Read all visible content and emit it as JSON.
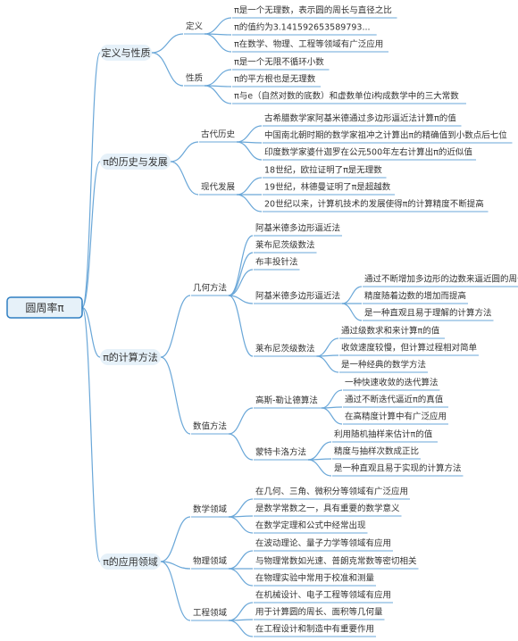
{
  "root": "圆周率π",
  "colors": {
    "root_fill": "#e6f1f9",
    "root_stroke": "#2f7fc2",
    "branch_fill": "#e6f1f9",
    "line": "#6aa7d8",
    "text": "#333333"
  },
  "branches": [
    {
      "label": "定义与性质",
      "children": [
        {
          "label": "定义",
          "items": [
            {
              "label": "π是一个无理数，表示圆的周长与直径之比"
            },
            {
              "label": "π的值约为3.141592653589793..."
            },
            {
              "label": "π在数学、物理、工程等领域有广泛应用"
            }
          ]
        },
        {
          "label": "性质",
          "items": [
            {
              "label": "π是一个无限不循环小数"
            },
            {
              "label": "π的平方根也是无理数"
            },
            {
              "label": "π与e（自然对数的底数）和虚数单位i构成数学中的三大常数"
            }
          ]
        }
      ]
    },
    {
      "label": "π的历史与发展",
      "children": [
        {
          "label": "古代历史",
          "items": [
            {
              "label": "古希腊数学家阿基米德通过多边形逼近法计算π的值"
            },
            {
              "label": "中国南北朝时期的数学家祖冲之计算出π的精确值到小数点后七位"
            },
            {
              "label": "印度数学家婆什迦罗在公元500年左右计算出π的近似值"
            }
          ]
        },
        {
          "label": "现代发展",
          "items": [
            {
              "label": "18世纪，欧拉证明了π是无理数"
            },
            {
              "label": "19世纪，林德曼证明了π是超越数"
            },
            {
              "label": "20世纪以来，计算机技术的发展使得π的计算精度不断提高"
            }
          ]
        }
      ]
    },
    {
      "label": "π的计算方法",
      "children": [
        {
          "label": "几何方法",
          "items": [
            {
              "label": "阿基米德多边形逼近法"
            },
            {
              "label": "莱布尼茨级数法"
            },
            {
              "label": "布丰投针法"
            },
            {
              "label": "阿基米德多边形逼近法",
              "items": [
                {
                  "label": "通过不断增加多边形的边数来逼近圆的周长"
                },
                {
                  "label": "精度随着边数的增加而提高"
                },
                {
                  "label": "是一种直观且易于理解的计算方法"
                }
              ]
            },
            {
              "label": "莱布尼茨级数法",
              "items": [
                {
                  "label": "通过级数求和来计算π的值"
                },
                {
                  "label": "收敛速度较慢，但计算过程相对简单"
                },
                {
                  "label": "是一种经典的数学方法"
                }
              ]
            }
          ]
        },
        {
          "label": "数值方法",
          "items": [
            {
              "label": "高斯-勒让德算法",
              "items": [
                {
                  "label": "一种快速收敛的迭代算法"
                },
                {
                  "label": "通过不断迭代逼近π的真值"
                },
                {
                  "label": "在高精度计算中有广泛应用"
                }
              ]
            },
            {
              "label": "蒙特卡洛方法",
              "items": [
                {
                  "label": "利用随机抽样来估计π的值"
                },
                {
                  "label": "精度与抽样次数成正比"
                },
                {
                  "label": "是一种直观且易于实现的计算方法"
                }
              ]
            }
          ]
        }
      ]
    },
    {
      "label": "π的应用领域",
      "children": [
        {
          "label": "数学领域",
          "items": [
            {
              "label": "在几何、三角、微积分等领域有广泛应用"
            },
            {
              "label": "是数学常数之一，具有重要的数学意义"
            },
            {
              "label": "在数学定理和公式中经常出现"
            }
          ]
        },
        {
          "label": "物理领域",
          "items": [
            {
              "label": "在波动理论、量子力学等领域有应用"
            },
            {
              "label": "与物理常数如光速、普朗克常数等密切相关"
            },
            {
              "label": "在物理实验中常用于校准和测量"
            }
          ]
        },
        {
          "label": "工程领域",
          "items": [
            {
              "label": "在机械设计、电子工程等领域有应用"
            },
            {
              "label": "用于计算圆的周长、面积等几何量"
            },
            {
              "label": "在工程设计和制造中有重要作用"
            }
          ]
        }
      ]
    }
  ]
}
